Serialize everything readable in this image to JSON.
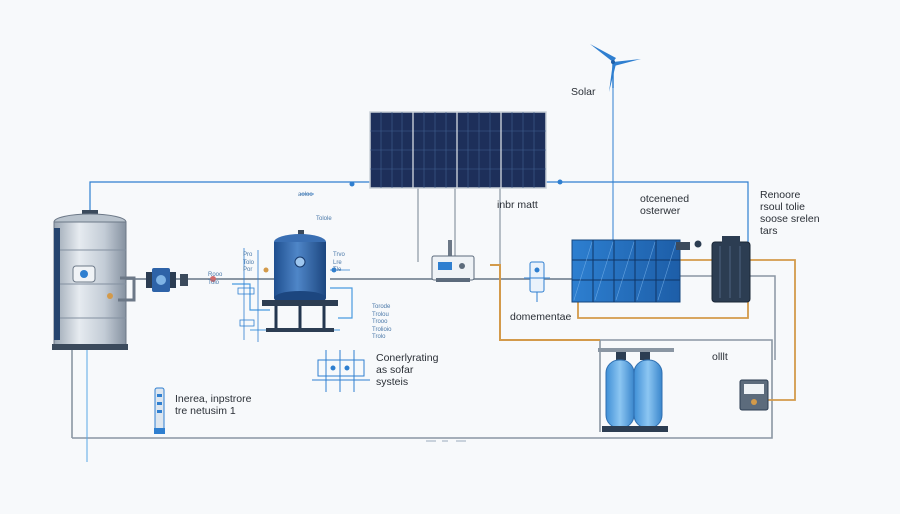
{
  "labels": {
    "solar": "Solar",
    "inbr_matt": "inbr matt",
    "otcenened": "otcenened\nosterwer",
    "renoore": "Renoore\nrsoul tolie\nsoose srelen\ntars",
    "domementae": "domementae",
    "olllt": "olllt",
    "conerlyrating": "Conerlyrating\nas sofar\nsysteis",
    "inerea": "Inerea, inpstrore\ntre netusim 1"
  },
  "small_labels": {
    "left_col_a": "Pro\nTolo\nPor",
    "left_col_b": "Rooo\nTolo",
    "top_a": "aoloo",
    "top_b": "Tolole",
    "right_col_a": "Trvo\nLre\nTle",
    "right_col_b": "Torode\nTrolou\nTrooo\nTrolioio\nTrolo"
  },
  "colors": {
    "background": "#f7f9fb",
    "pipe_blue": "#2f7fd0",
    "pipe_grey": "#8a96a3",
    "pipe_orange": "#d39a4a",
    "panel_navy": "#1d2f5a",
    "tank_steel": "#c9d2dc",
    "vessel_blue": "#2e63a8",
    "cylinder_blue": "#5aa7e6",
    "ink_dark": "#2a2f36"
  },
  "icons": [
    "wind-turbine-icon",
    "solar-panel-icon",
    "storage-tank-icon",
    "pump-icon",
    "treatment-vessel-icon",
    "controller-icon",
    "heat-exchanger-icon",
    "filter-cylinder-icon",
    "control-box-icon"
  ]
}
